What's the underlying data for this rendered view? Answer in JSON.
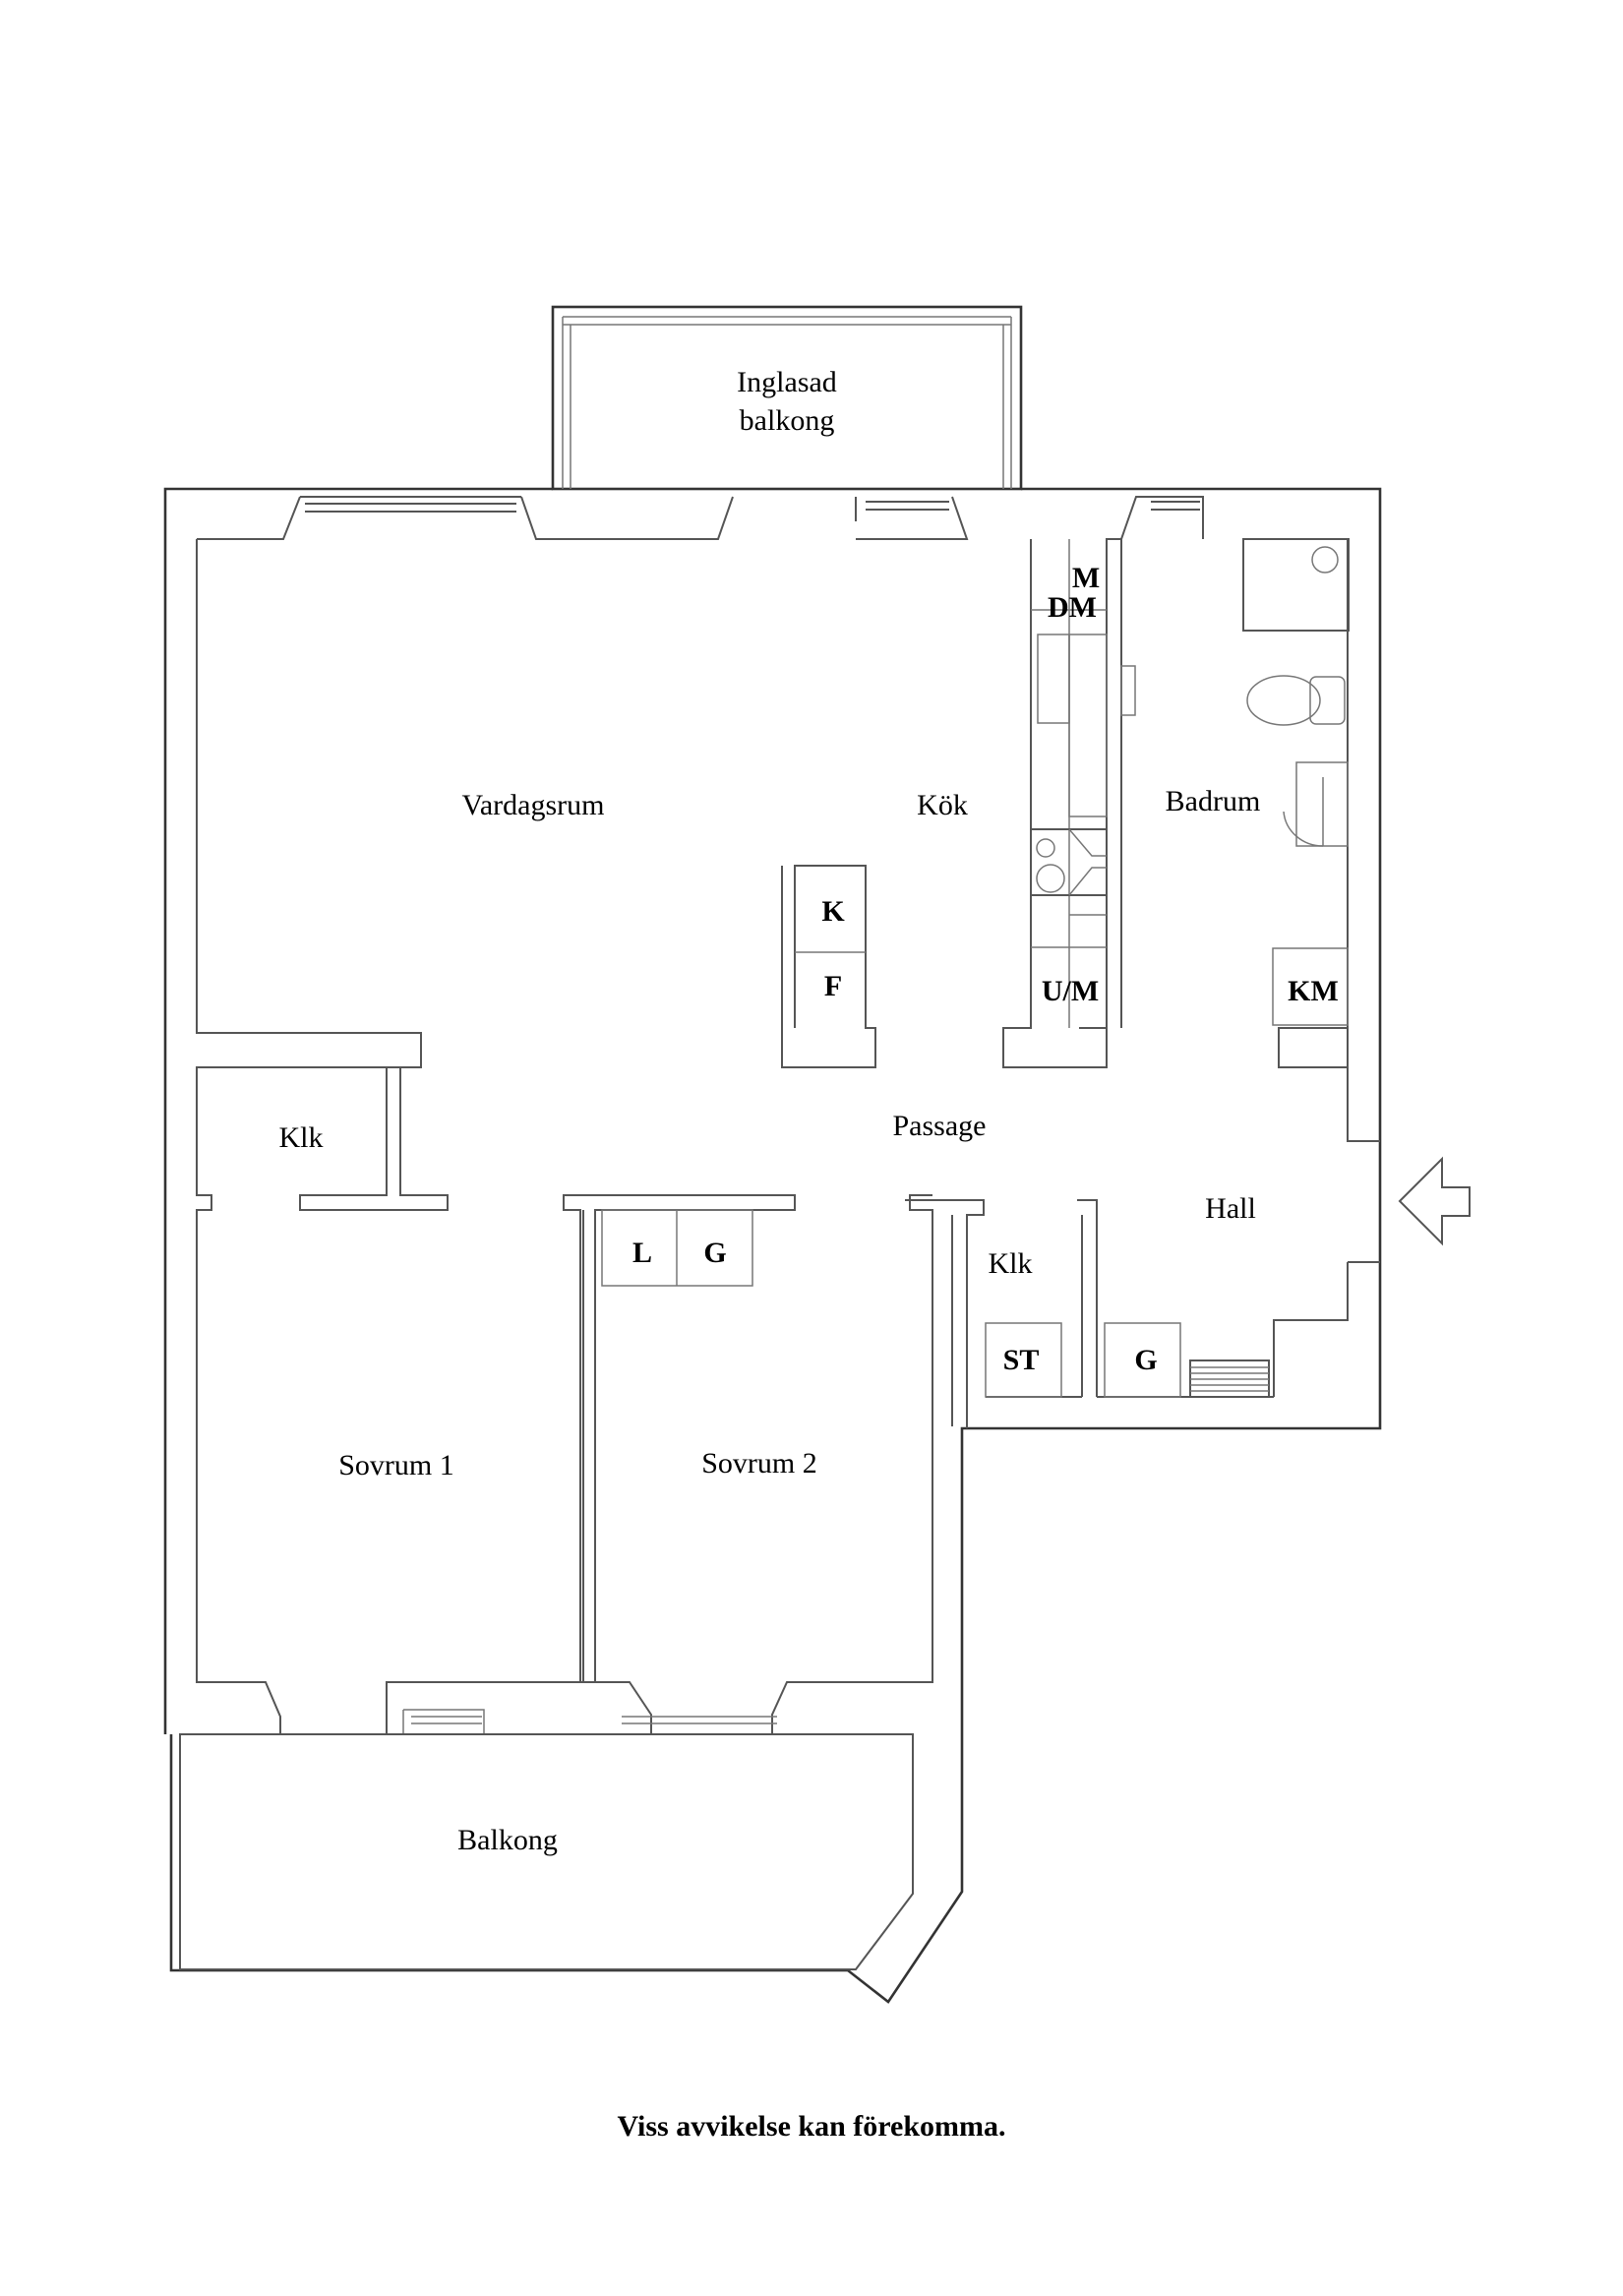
{
  "plan": {
    "rooms": {
      "inglasad_balkong_line1": "Inglasad",
      "inglasad_balkong_line2": "balkong",
      "vardagsrum": "Vardagsrum",
      "kok": "Kök",
      "badrum": "Badrum",
      "passage": "Passage",
      "hall": "Hall",
      "klk_left": "Klk",
      "klk_right": "Klk",
      "sovrum1": "Sovrum 1",
      "sovrum2": "Sovrum 2",
      "balkong": "Balkong"
    },
    "fixtures": {
      "m": "M",
      "dm": "DM",
      "k": "K",
      "f": "F",
      "um": "U/M",
      "km": "KM",
      "l": "L",
      "g_sovrum": "G",
      "st": "ST",
      "g_hall": "G"
    },
    "entrance_icon": "entrance-arrow-icon"
  },
  "footer": {
    "note": "Viss avvikelse kan förekomma."
  }
}
